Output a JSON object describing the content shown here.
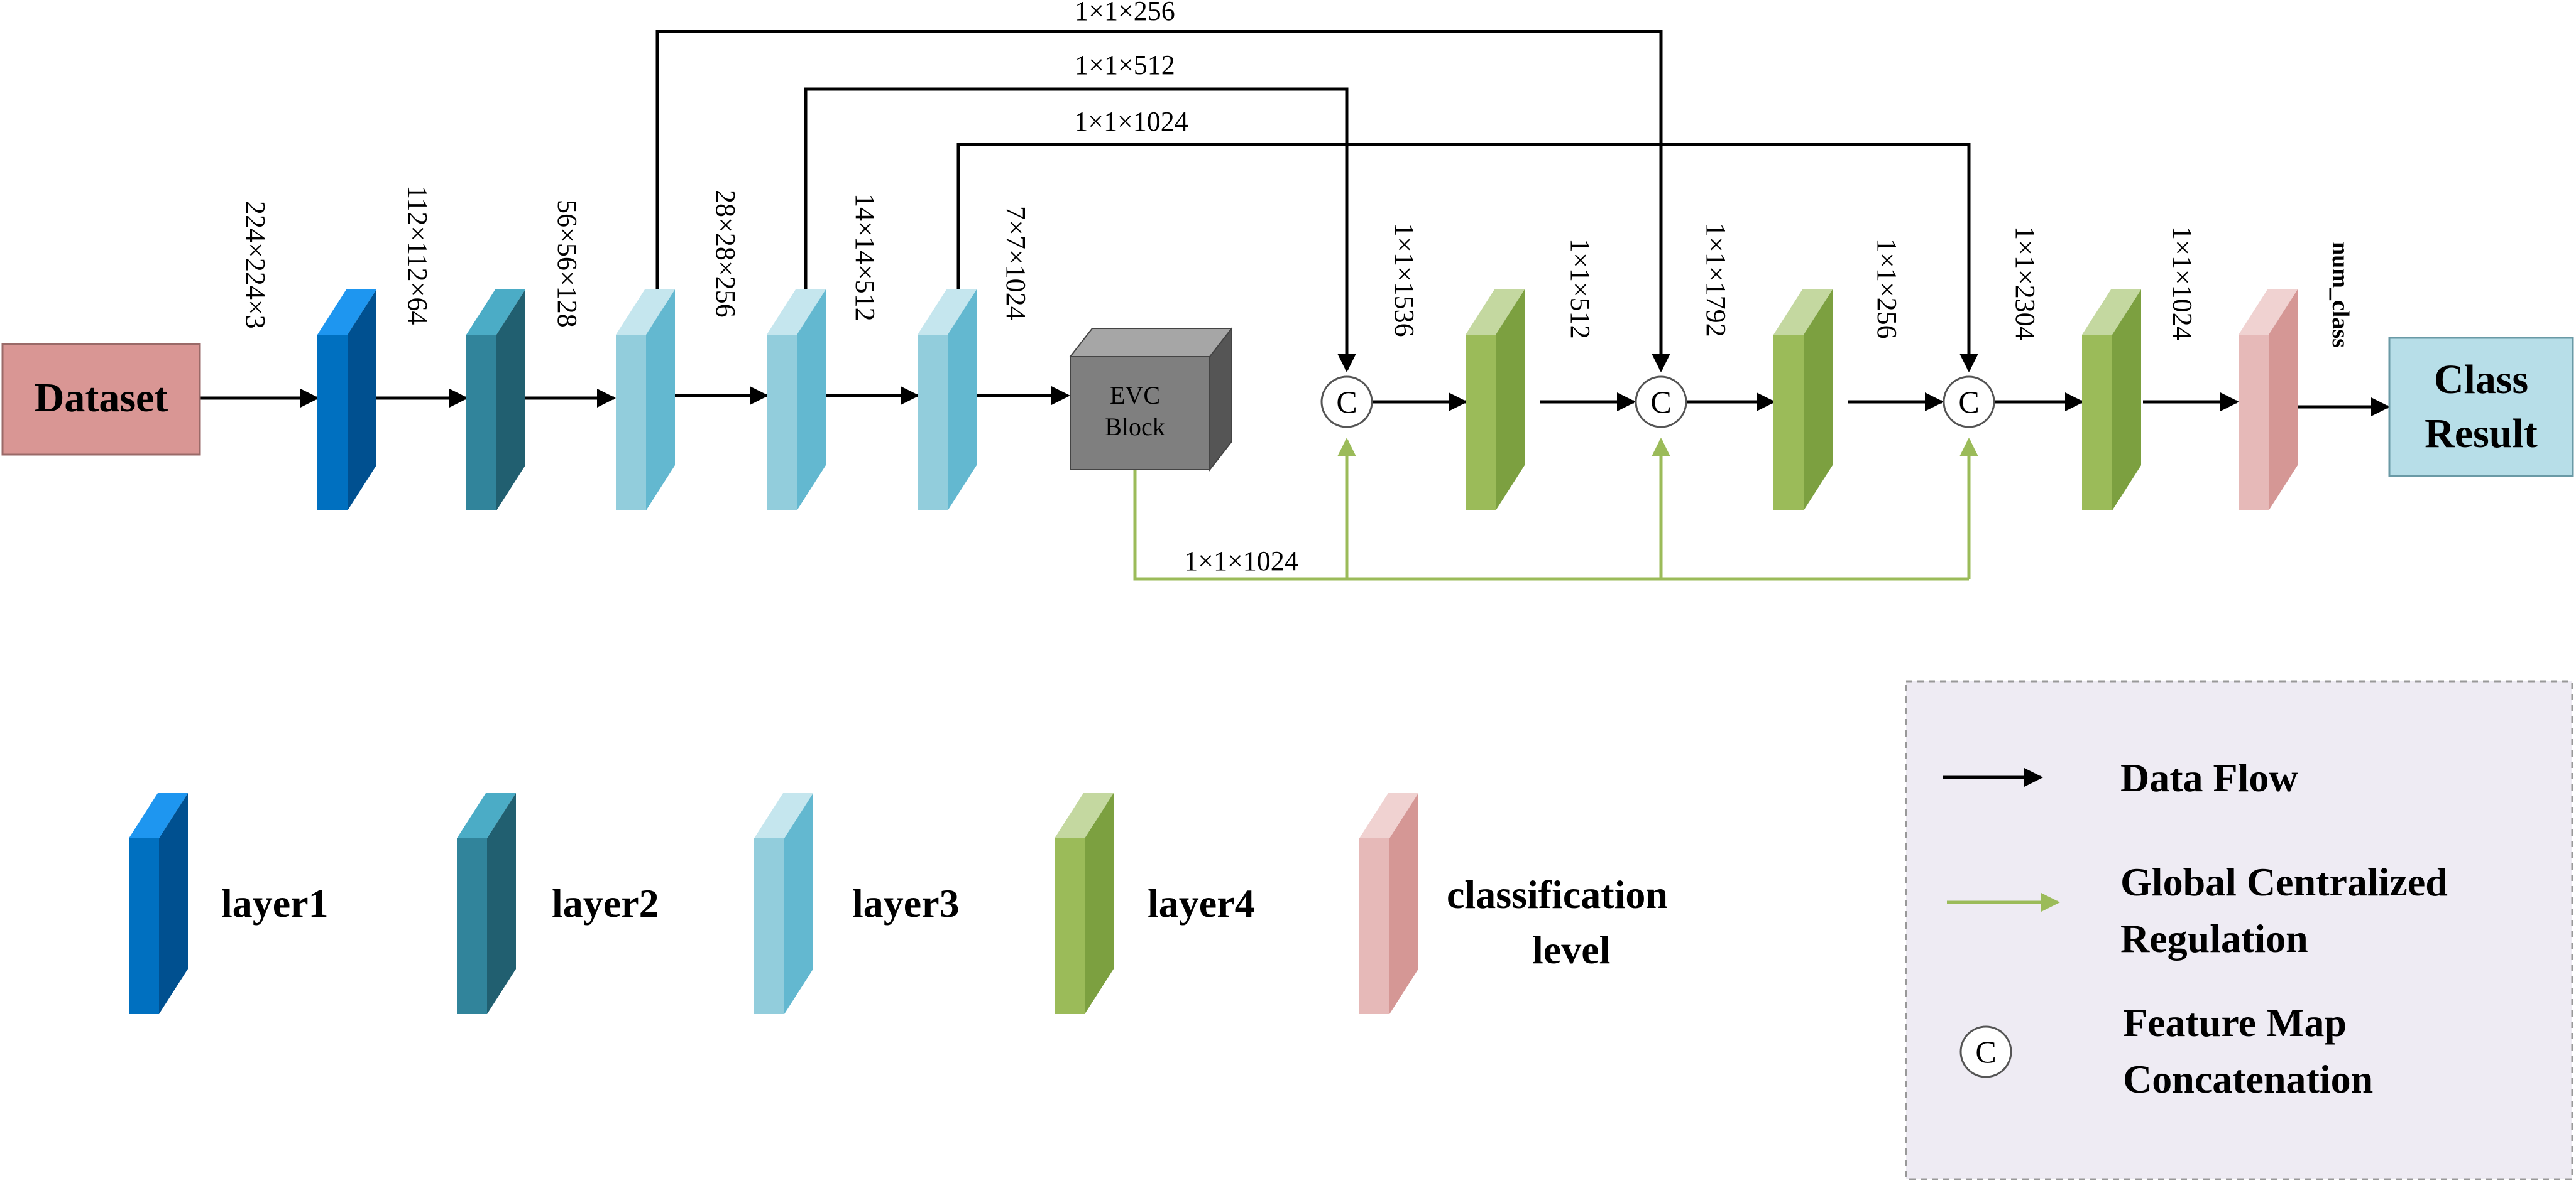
{
  "colors": {
    "layer1": {
      "front": "#0070C0",
      "side": "#005090",
      "top": "#1E96F0"
    },
    "layer2": {
      "front": "#31849B",
      "side": "#215F70",
      "top": "#4BACC6"
    },
    "layer3": {
      "front": "#92CDDC",
      "side": "#63B8D0",
      "top": "#C5E6EE"
    },
    "layer4": {
      "front": "#9BBB59",
      "side": "#7CA040",
      "top": "#C4D8A0"
    },
    "classification": {
      "front": "#E6B9B8",
      "side": "#D59795",
      "top": "#F0D2D1"
    },
    "evc": {
      "front": "#7F7F7F",
      "side": "#555555",
      "top": "#A6A6A6"
    },
    "dataset_box": "#D99694",
    "result_box": "#B7DEE8",
    "data_flow": "#000000",
    "regulation_flow": "#9BBB59",
    "legend_box": "#EEEBF3"
  },
  "nodes": {
    "dataset": "Dataset",
    "evc_line1": "EVC",
    "evc_line2": "Block",
    "result_line1": "Class",
    "result_line2": "Result",
    "concat_symbol": "C"
  },
  "dims": {
    "d1": "224×224×3",
    "d2": "112×112×64",
    "d3": "56×56×128",
    "d4": "28×28×256",
    "d5": "14×14×512",
    "d6": "7×7×1024",
    "c1": "1×1×1536",
    "c2": "1×1×512",
    "c3": "1×1×1792",
    "c4": "1×1×256",
    "c5": "1×1×2304",
    "c6": "1×1×1024",
    "num_class": "num_class",
    "skip1": "1×1×256",
    "skip2": "1×1×512",
    "skip3": "1×1×1024",
    "regulation": "1×1×1024"
  },
  "legend_layers": [
    {
      "key": "layer1",
      "label": "layer1"
    },
    {
      "key": "layer2",
      "label": "layer2"
    },
    {
      "key": "layer3",
      "label": "layer3"
    },
    {
      "key": "layer4",
      "label": "layer4"
    },
    {
      "key": "classification",
      "label_line1": "classification",
      "label_line2": "level"
    }
  ],
  "legend_box": {
    "data_flow": "Data Flow",
    "regulation_line1": "Global Centralized",
    "regulation_line2": "Regulation",
    "concat_symbol": "C",
    "concat_line1": "Feature Map",
    "concat_line2": "Concatenation"
  }
}
